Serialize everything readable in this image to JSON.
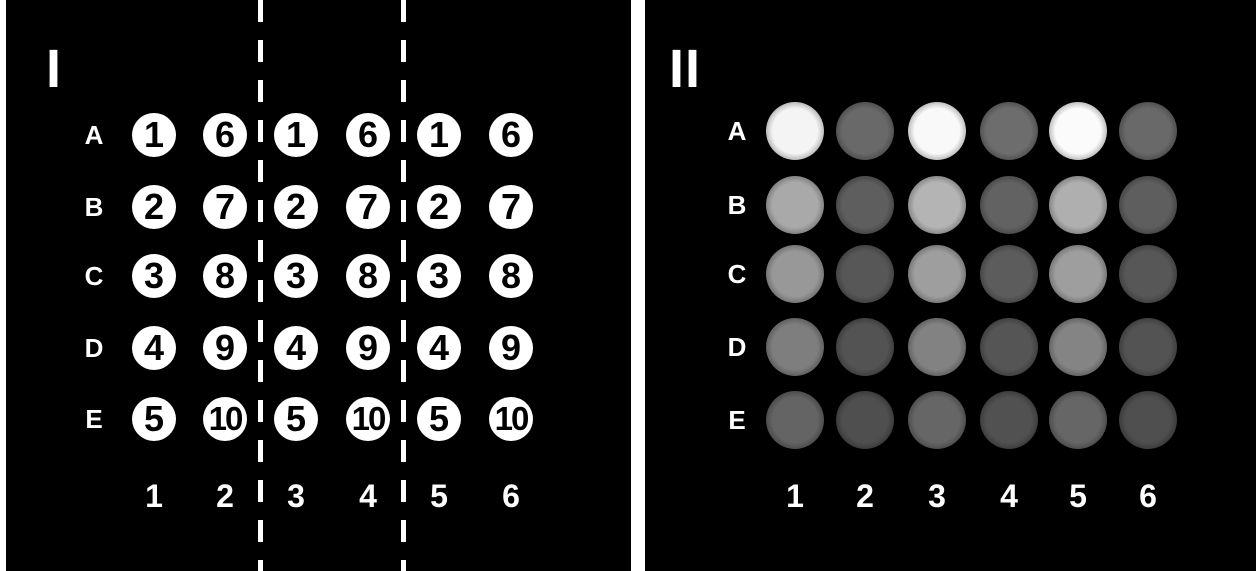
{
  "panels": [
    {
      "label": "I",
      "row_labels": [
        "A",
        "B",
        "C",
        "D",
        "E"
      ],
      "column_labels": [
        "1",
        "2",
        "3",
        "4",
        "5",
        "6"
      ],
      "grid": [
        [
          "1",
          "6",
          "1",
          "6",
          "1",
          "6"
        ],
        [
          "2",
          "7",
          "2",
          "7",
          "2",
          "7"
        ],
        [
          "3",
          "8",
          "3",
          "8",
          "3",
          "8"
        ],
        [
          "4",
          "9",
          "4",
          "9",
          "4",
          "9"
        ],
        [
          "5",
          "10",
          "5",
          "10",
          "5",
          "10"
        ]
      ]
    },
    {
      "label": "II",
      "row_labels": [
        "A",
        "B",
        "C",
        "D",
        "E"
      ],
      "column_labels": [
        "1",
        "2",
        "3",
        "4",
        "5",
        "6"
      ],
      "well_brightness": [
        [
          0.95,
          0.3,
          0.97,
          0.32,
          0.98,
          0.3
        ],
        [
          0.6,
          0.25,
          0.65,
          0.27,
          0.63,
          0.25
        ],
        [
          0.52,
          0.22,
          0.55,
          0.24,
          0.55,
          0.22
        ],
        [
          0.4,
          0.2,
          0.42,
          0.21,
          0.43,
          0.2
        ],
        [
          0.28,
          0.18,
          0.29,
          0.19,
          0.29,
          0.18
        ]
      ]
    }
  ],
  "colors": {
    "background": "#000000",
    "foreground": "#ffffff",
    "separator": "#ffffff"
  }
}
